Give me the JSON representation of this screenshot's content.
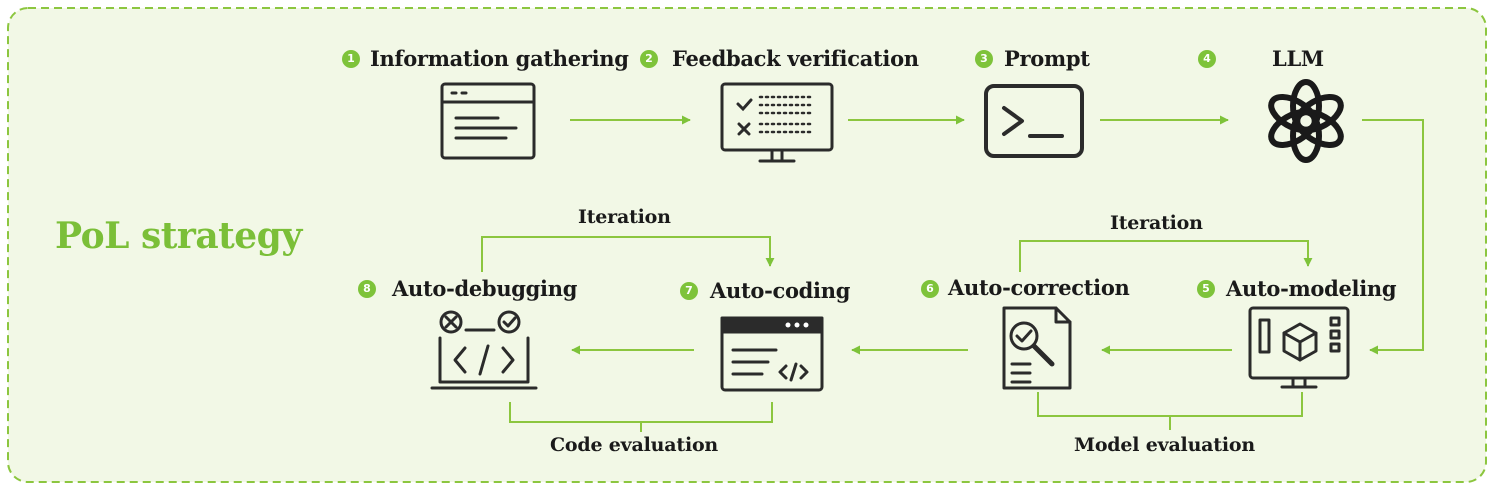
{
  "title": "PoL strategy",
  "steps": [
    {
      "num": "1",
      "label": "Information gathering",
      "icon": "browser-window-icon"
    },
    {
      "num": "2",
      "label": "Feedback verification",
      "icon": "monitor-checklist-icon"
    },
    {
      "num": "3",
      "label": "Prompt",
      "icon": "terminal-prompt-icon"
    },
    {
      "num": "4",
      "label": "LLM",
      "icon": "openai-logo-icon"
    },
    {
      "num": "5",
      "label": "Auto-modeling",
      "icon": "monitor-3d-cube-icon"
    },
    {
      "num": "6",
      "label": "Auto-correction",
      "icon": "document-magnifier-icon"
    },
    {
      "num": "7",
      "label": "Auto-coding",
      "icon": "code-window-icon"
    },
    {
      "num": "8",
      "label": "Auto-debugging",
      "icon": "laptop-code-debug-icon"
    }
  ],
  "loops": {
    "iteration_left": "Iteration",
    "iteration_right": "Iteration",
    "code_evaluation": "Code evaluation",
    "model_evaluation": "Model evaluation"
  },
  "colors": {
    "accent": "#7ec33a",
    "panel_bg": "#f2f8e6",
    "panel_border": "#8cc63f",
    "icon_stroke": "#2b2b2b"
  }
}
